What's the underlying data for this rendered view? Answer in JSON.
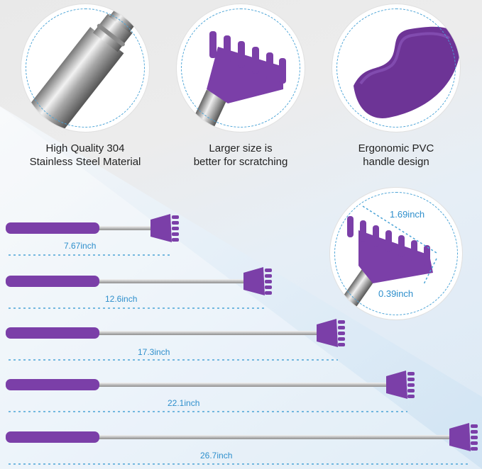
{
  "features": [
    {
      "icon": "steel-tube-icon",
      "line1": "High Quality 304",
      "line2": "Stainless Steel Material"
    },
    {
      "icon": "rake-head-icon",
      "line1": "Larger size is",
      "line2": "better for scratching"
    },
    {
      "icon": "pvc-handle-icon",
      "line1": "Ergonomic PVC",
      "line2": "handle design"
    }
  ],
  "head_dimensions": {
    "width": "1.69inch",
    "thickness": "0.39inch"
  },
  "lengths": [
    "7.67inch",
    "12.6inch",
    "17.3inch",
    "22.1inch",
    "26.7inch"
  ],
  "colors": {
    "accent": "#7b3fa8",
    "dash": "#4aa3d6",
    "label": "#2e8fcc",
    "steel": "#c9c9c9"
  }
}
